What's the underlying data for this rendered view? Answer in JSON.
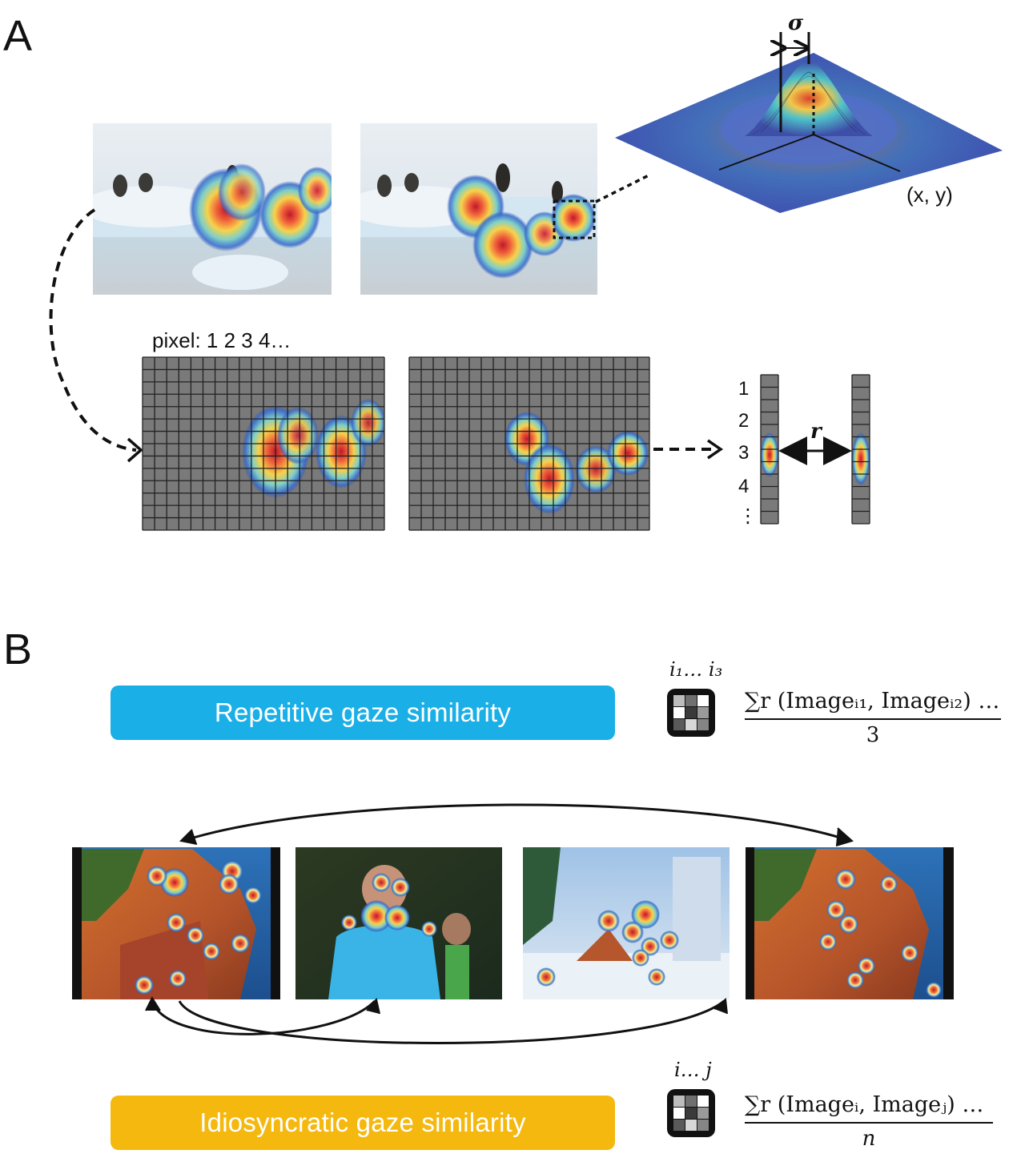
{
  "panel_a": {
    "letter": "A",
    "pixel_label": "pixel: 1 2 3 4…",
    "sigma_label": "σ",
    "xy_label": "(x, y)",
    "r_label": "r",
    "vector_indices": [
      "1",
      "2",
      "3",
      "4",
      "⋮"
    ]
  },
  "panel_b": {
    "letter": "B",
    "repetitive": {
      "label": "Repetitive gaze similarity",
      "color": "#1aafe6",
      "index_label": "i₁… i₃",
      "numerator": "∑r (Imageᵢ₁, Imageᵢ₂) …",
      "denominator": "3"
    },
    "idiosyncratic": {
      "label": "Idiosyncratic gaze similarity",
      "color": "#f5b80f",
      "index_label": "i… j",
      "numerator": "∑r (Imageᵢ, Imageⱼ) …",
      "denominator": "n"
    }
  },
  "icons": [
    "grid-matrix-icon"
  ]
}
